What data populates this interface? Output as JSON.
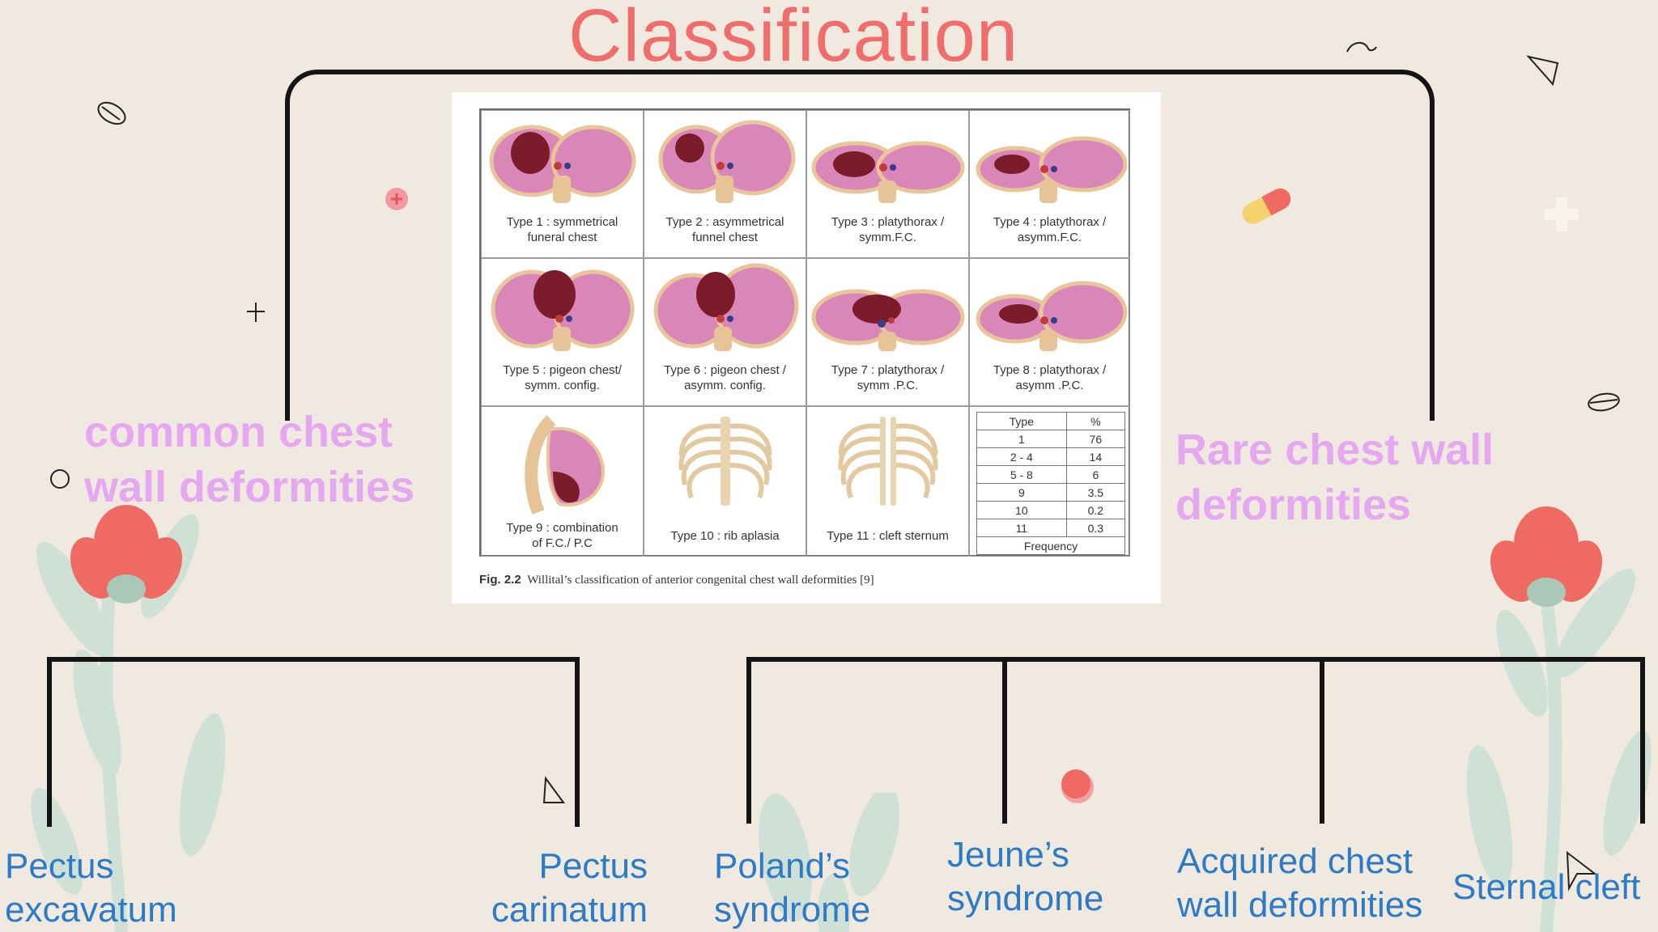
{
  "title": "Classification",
  "groups": {
    "common": "common chest wall deformities",
    "rare": "Rare chest wall deformities"
  },
  "leaves": {
    "pectus_excavatum": "Pectus excavatum",
    "pectus_carinatum": "Pectus carinatum",
    "poland": "Poland’s syndrome",
    "jeune": "Jeune’s syndrome",
    "acquired": "Acquired chest wall deformities",
    "sternal_cleft": "Sternal cleft"
  },
  "figure": {
    "cells": [
      {
        "label_1": "Type 1 : symmetrical",
        "label_2": "funeral chest"
      },
      {
        "label_1": "Type 2 : asymmetrical",
        "label_2": "funnel chest"
      },
      {
        "label_1": "Type 3 : platythorax /",
        "label_2": "symm.F.C."
      },
      {
        "label_1": "Type 4 : platythorax /",
        "label_2": "asymm.F.C."
      },
      {
        "label_1": "Type 5 : pigeon chest/",
        "label_2": "symm. config."
      },
      {
        "label_1": "Type 6 : pigeon chest /",
        "label_2": "asymm. config."
      },
      {
        "label_1": "Type 7 : platythorax /",
        "label_2": "symm .P.C."
      },
      {
        "label_1": "Type 8 : platythorax /",
        "label_2": "asymm .P.C."
      },
      {
        "label_1": "Type 9 : combination",
        "label_2": "of F.C./ P.C"
      },
      {
        "label_1": "Type 10 : rib aplasia",
        "label_2": ""
      },
      {
        "label_1": "Type 11 : cleft sternum",
        "label_2": ""
      }
    ],
    "table": {
      "headers": [
        "Type",
        "%"
      ],
      "rows": [
        [
          "1",
          "76"
        ],
        [
          "2 - 4",
          "14"
        ],
        [
          "5 - 8",
          "6"
        ],
        [
          "9",
          "3.5"
        ],
        [
          "10",
          "0.2"
        ],
        [
          "11",
          "0.3"
        ]
      ],
      "footer": "Frequency"
    },
    "caption_fig": "Fig. 2.2",
    "caption_text": "Willital’s classification of anterior congenital chest wall deformities [9]"
  },
  "colors": {
    "title": "#ef6d6a",
    "group_label": "#e6a7f1",
    "leaf_label": "#2d7ac7",
    "background": "#efe9df"
  }
}
